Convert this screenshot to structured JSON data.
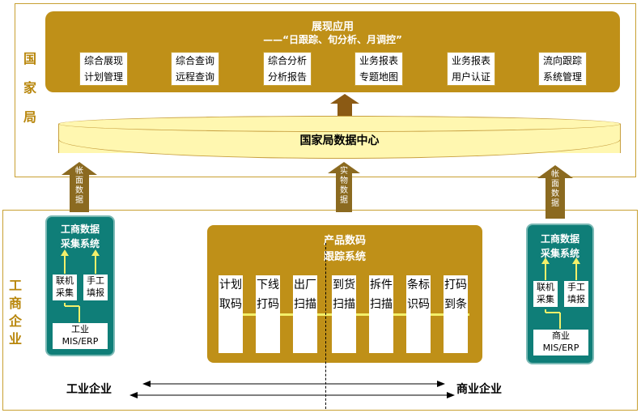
{
  "labels": {
    "national_bureau": [
      "国",
      "家",
      "局"
    ],
    "industry": [
      "工",
      "商",
      "企",
      "业"
    ],
    "industry_enterprise": "工业企业",
    "commercial_enterprise": "商业企业"
  },
  "app_panel": {
    "title": "展现应用",
    "subtitle": "——“日跟踪、旬分析、月调控”",
    "items": [
      {
        "line1": "综合展现",
        "line2": "计划管理"
      },
      {
        "line1": "综合查询",
        "line2": "远程查询"
      },
      {
        "line1": "综合分析",
        "line2": "分析报告"
      },
      {
        "line1": "业务报表",
        "line2": "专题地图"
      },
      {
        "line1": "业务报表",
        "line2": "用户认证"
      },
      {
        "line1": "流向跟踪",
        "line2": "系统管理"
      }
    ]
  },
  "data_center": {
    "label": "国家局数据中心"
  },
  "arrows": {
    "left": "帐面数据",
    "middle": "实物数据",
    "right": "帐面数据"
  },
  "left_collect": {
    "title_line1": "工商数据",
    "title_line2": "采集系统",
    "box1_line1": "联机",
    "box1_line2": "采集",
    "box2_line1": "手工",
    "box2_line2": "填报",
    "source_line1": "工业",
    "source_line2": "MIS/ERP"
  },
  "right_collect": {
    "title_line1": "工商数据",
    "title_line2": "采集系统",
    "box1_line1": "联机",
    "box1_line2": "采集",
    "box2_line1": "手工",
    "box2_line2": "填报",
    "source_line1": "商业",
    "source_line2": "MIS/ERP"
  },
  "tracking": {
    "title_line1": "产品数码",
    "title_line2": "跟踪系统",
    "steps": [
      "计划取码",
      "下线打码",
      "出厂扫描",
      "到货扫描",
      "拆件扫描",
      "条标识码",
      "打码到条"
    ]
  },
  "colors": {
    "gold": "#bf9018",
    "teal": "#0f7e78",
    "disk": "#fff7b0",
    "arrow": "#8b5a14",
    "label": "#b8860b"
  }
}
